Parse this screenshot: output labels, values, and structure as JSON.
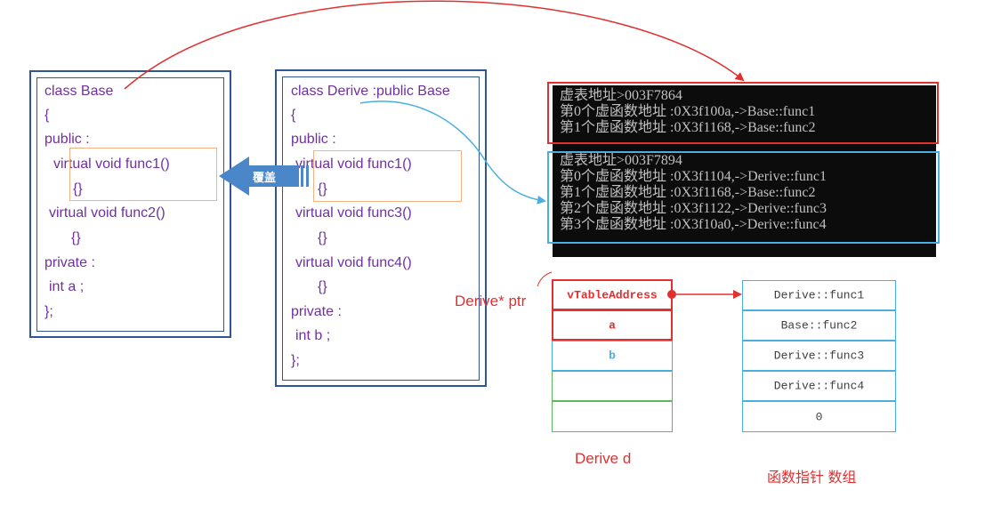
{
  "base_class": {
    "lines": [
      "class Base",
      "{",
      "public :",
      "virtual void func1()",
      "{}",
      "virtual void func2()",
      "{}",
      "private :",
      "int a ;",
      "};"
    ]
  },
  "derive_class": {
    "lines": [
      "class Derive :public Base",
      "{",
      "public :",
      "virtual void func1()",
      "{}",
      "virtual void func3()",
      "{}",
      "virtual void func4()",
      "{}",
      "private :",
      "int b ;",
      "};"
    ]
  },
  "override_label": "覆盖",
  "console_base": {
    "lines": [
      "虚表地址>003F7864",
      "第0个虚函数地址 :0X3f100a,->Base::func1",
      "第1个虚函数地址 :0X3f1168,->Base::func2"
    ]
  },
  "console_derive": {
    "lines": [
      "虚表地址>003F7894",
      "第0个虚函数地址 :0X3f1104,->Derive::func1",
      "第1个虚函数地址 :0X3f1168,->Base::func2",
      "第2个虚函数地址 :0X3f1122,->Derive::func3",
      "第3个虚函数地址 :0X3f10a0,->Derive::func4"
    ]
  },
  "object_layout": {
    "cells": [
      "vTableAddress",
      "a",
      "b",
      "",
      ""
    ],
    "caption": "Derive d",
    "pointer_label": "Derive* ptr"
  },
  "vtable": {
    "cells": [
      "Derive::func1",
      "Base::func2",
      "Derive::func3",
      "Derive::func4",
      "0"
    ],
    "caption": "函数指针 数组"
  },
  "colors": {
    "code_border": "#2f5597",
    "code_text": "#7030a0",
    "highlight": "#f4b183",
    "red": "#e03030",
    "blue": "#4aaee0",
    "green": "#5cb85c",
    "override_arrow": "#4a86c8"
  }
}
